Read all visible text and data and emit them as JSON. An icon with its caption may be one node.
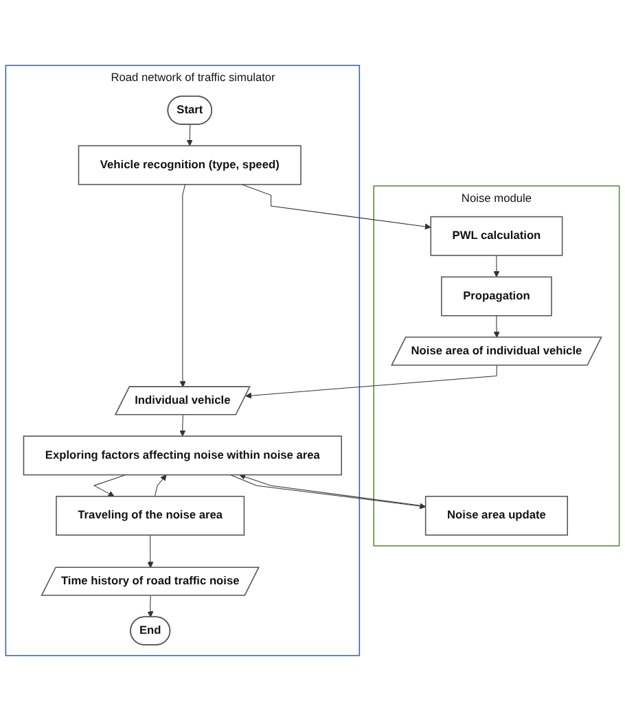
{
  "diagram": {
    "nodes": [
      {
        "text": [
          "Noise module"
        ]
      },
      {
        "text": [
          "PWL calculation"
        ],
        "in": 0
      },
      {
        "text": [
          "Propagation"
        ],
        "in": 0
      },
      {
        "text": [
          "Noise area of individual vehicle"
        ],
        "in": 0
      },
      {
        "text": [
          "Noise area update"
        ],
        "in": 0
      },
      {
        "text": [
          "Road network of traffic simulator"
        ]
      },
      {
        "text": [
          "Start"
        ],
        "in": 5
      },
      {
        "text": [
          "Vehicle recognition (type, speed)"
        ],
        "in": 5
      },
      {
        "text": [
          "Individual vehicle"
        ],
        "in": 5
      },
      {
        "text": [
          "Exploring factors affecting noise within noise area"
        ],
        "in": 5
      },
      {
        "text": [
          "Traveling of the noise area"
        ],
        "in": 5
      },
      {
        "text": [
          "Time history of road traffic noise"
        ],
        "in": 5
      },
      {
        "text": [
          "End"
        ],
        "in": 5
      }
    ],
    "edges": [
      {
        "from": 6,
        "to": 7,
        "arrow": "to"
      },
      {
        "from": 7,
        "to": 1,
        "arrow": "to"
      },
      {
        "from": 1,
        "to": 2,
        "arrow": "to"
      },
      {
        "from": 2,
        "to": 3,
        "arrow": "to"
      },
      {
        "from": 3,
        "to": 8,
        "arrow": "to"
      },
      {
        "from": 7,
        "to": 8,
        "arrow": "to"
      },
      {
        "from": 8,
        "to": 9,
        "arrow": "to"
      },
      {
        "from": 9,
        "to": 4,
        "arrow": "to"
      },
      {
        "from": 4,
        "to": 9,
        "arrow": "to"
      },
      {
        "from": 9,
        "to": 10,
        "arrow": "to"
      },
      {
        "from": 10,
        "to": 9,
        "arrow": "to"
      },
      {
        "from": 10,
        "to": 11,
        "arrow": "to"
      },
      {
        "from": 11,
        "to": 12,
        "arrow": "to"
      }
    ]
  }
}
